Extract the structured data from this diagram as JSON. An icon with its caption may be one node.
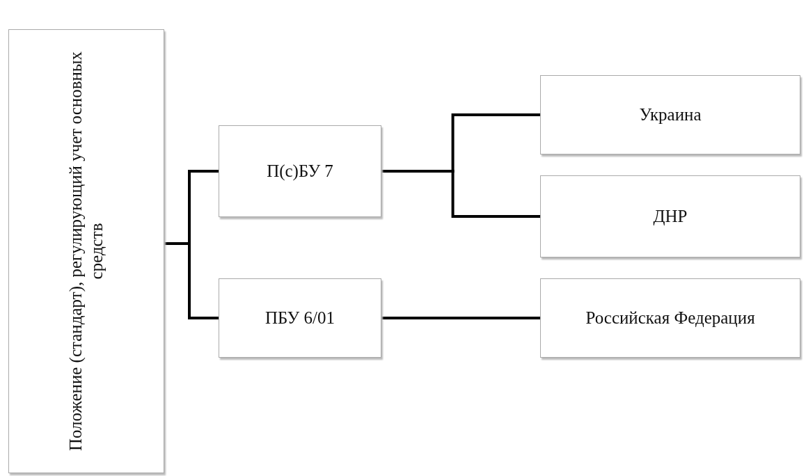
{
  "diagram": {
    "nodes": [
      {
        "text": [
          "Положение (стандарт), регулирующий учет основных средств"
        ]
      },
      {
        "text": [
          "П(с)БУ 7"
        ]
      },
      {
        "text": [
          "ПБУ 6/01"
        ]
      },
      {
        "text": [
          "Украина"
        ]
      },
      {
        "text": [
          "ДНР"
        ]
      },
      {
        "text": [
          "Российская Федерация"
        ]
      }
    ],
    "edges": [
      {
        "from": 0,
        "to": 1,
        "arrow": "none"
      },
      {
        "from": 0,
        "to": 2,
        "arrow": "none"
      },
      {
        "from": 1,
        "to": 3,
        "arrow": "none"
      },
      {
        "from": 1,
        "to": 4,
        "arrow": "none"
      },
      {
        "from": 2,
        "to": 5,
        "arrow": "none"
      }
    ]
  }
}
